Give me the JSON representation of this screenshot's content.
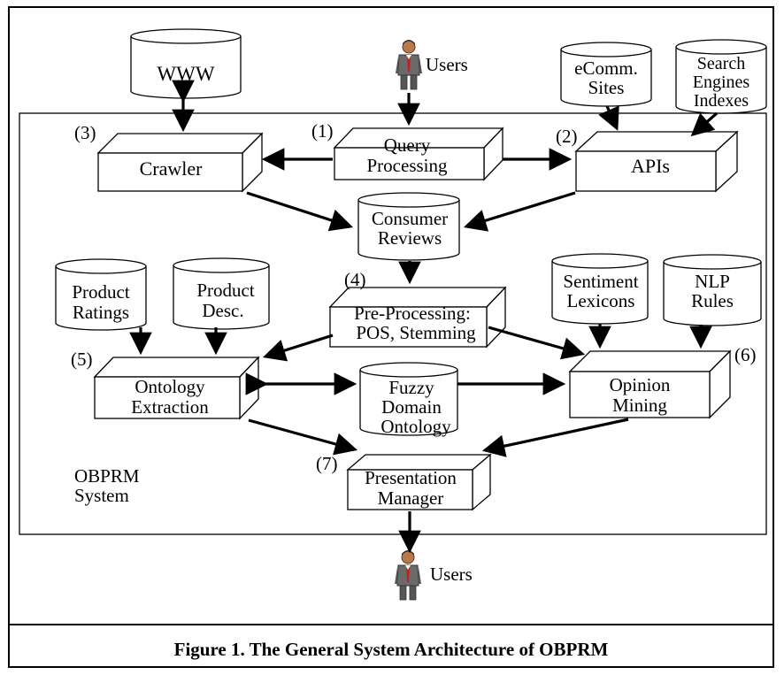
{
  "caption": "Figure 1.  The General System Architecture of OBPRM",
  "system_label": [
    "OBPRM",
    "System"
  ],
  "users_top": "Users",
  "users_bottom": "Users",
  "databases": {
    "www": [
      "WWW"
    ],
    "ecomm": [
      "eComm.",
      "Sites"
    ],
    "search": [
      "Search",
      "Engines",
      "Indexes"
    ],
    "consumer_reviews": [
      "Consumer",
      "Reviews"
    ],
    "product_ratings": [
      "Product",
      "Ratings"
    ],
    "product_desc": [
      "Product",
      "Desc."
    ],
    "sentiment_lexicons": [
      "Sentiment",
      "Lexicons"
    ],
    "nlp_rules": [
      "NLP",
      "Rules"
    ],
    "fuzzy_ontology": [
      "Fuzzy",
      "Domain",
      "Ontology"
    ]
  },
  "processes": {
    "query_processing": {
      "number": "(1)",
      "lines": [
        "Query",
        "Processing"
      ]
    },
    "apis": {
      "number": "(2)",
      "lines": [
        "APIs"
      ]
    },
    "crawler": {
      "number": "(3)",
      "lines": [
        "Crawler"
      ]
    },
    "preprocessing": {
      "number": "(4)",
      "lines": [
        "Pre-Processing:",
        "POS, Stemming"
      ]
    },
    "ontology_extraction": {
      "number": "(5)",
      "lines": [
        "Ontology",
        "Extraction"
      ]
    },
    "opinion_mining": {
      "number": "(6)",
      "lines": [
        "Opinion",
        "Mining"
      ]
    },
    "presentation_manager": {
      "number": "(7)",
      "lines": [
        "Presentation",
        "Manager"
      ]
    }
  }
}
